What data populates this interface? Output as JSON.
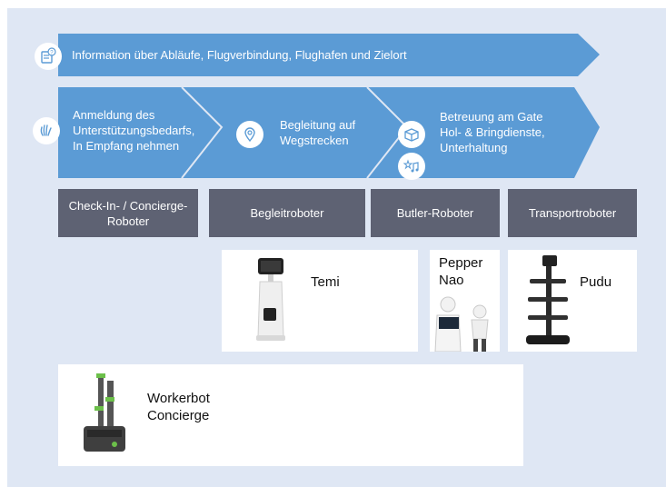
{
  "banners": {
    "top": {
      "text": "Information über Abläufe, Flugverbindung, Flughafen und Zielort",
      "icon": "question-document-icon"
    },
    "step1": {
      "text": "Anmeldung des\nUnterstützungsbedarfs,\nIn Empfang nehmen",
      "icon": "waving-hand-icon"
    },
    "step2": {
      "text": "Begleitung auf\nWegstrecken",
      "icon": "location-pin-icon"
    },
    "step3": {
      "text": "Betreuung am Gate\nHol- & Bringdienste,\nUnterhaltung",
      "icons": [
        "package-icon",
        "music-star-icon"
      ]
    }
  },
  "categories": [
    {
      "label": "Check-In- / Concierge-\nRoboter"
    },
    {
      "label": "Begleitroboter"
    },
    {
      "label": "Butler-Roboter"
    },
    {
      "label": "Transportroboter"
    }
  ],
  "robots": {
    "temi": "Temi",
    "pepper_nao": "Pepper\nNao",
    "pudu": "Pudu",
    "workerbot": "Workerbot\nConcierge"
  },
  "colors": {
    "arrow": "#5b9bd5",
    "background": "#dfe7f4",
    "category": "#5e6273"
  }
}
